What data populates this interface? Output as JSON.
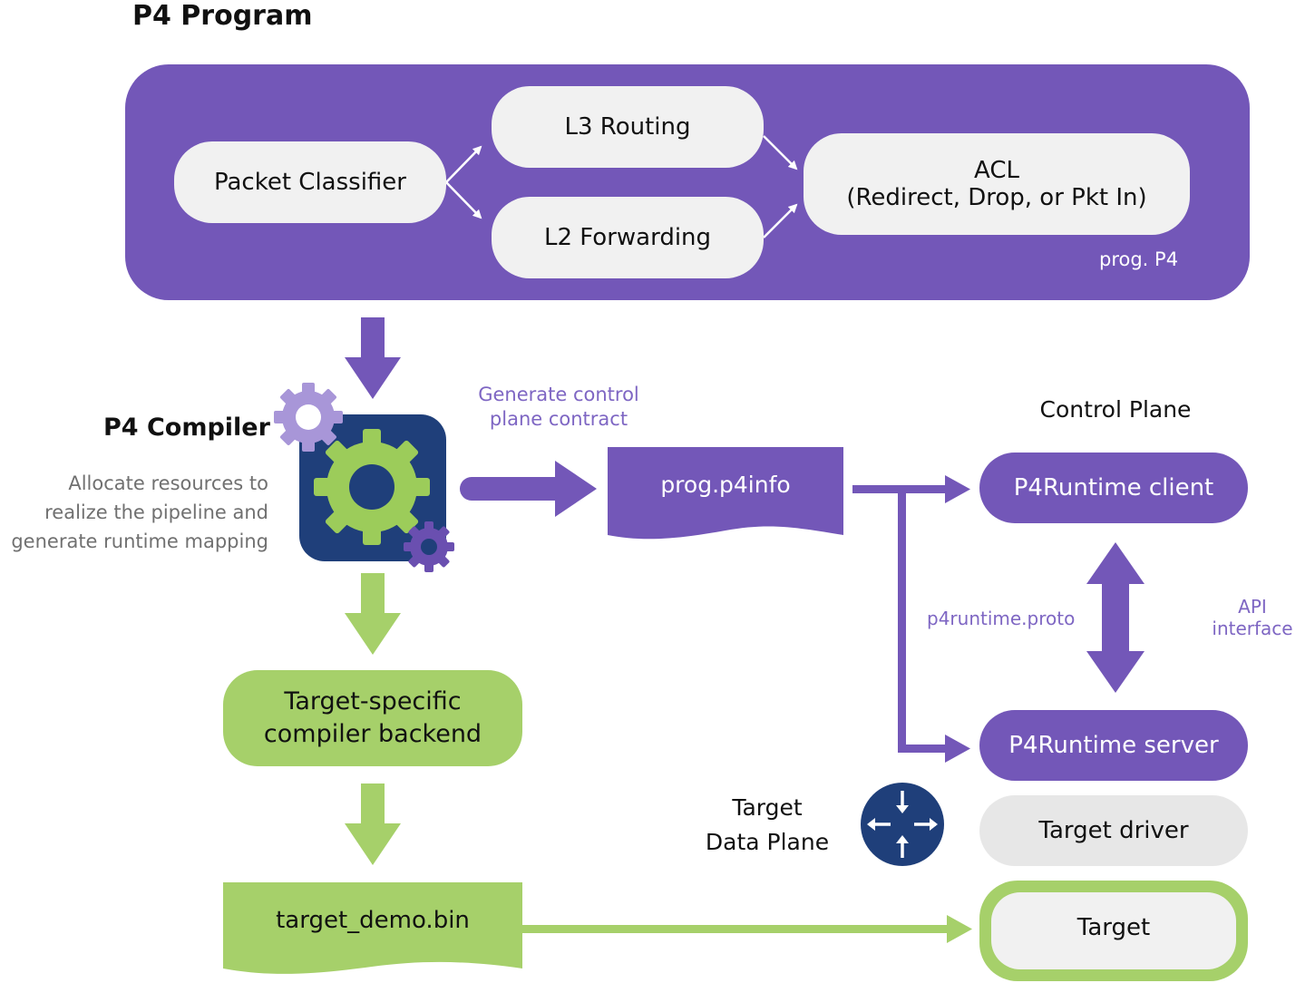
{
  "program": {
    "title": "P4 Program",
    "filename": "prog. P4",
    "blocks": {
      "packet_classifier": "Packet Classifier",
      "l3_routing": "L3 Routing",
      "l2_forwarding": "L2 Forwarding",
      "acl_title": "ACL",
      "acl_detail": "(Redirect, Drop, or Pkt In)"
    }
  },
  "compiler": {
    "title": "P4 Compiler",
    "description_lines": [
      "Allocate resources to",
      "realize the pipeline and",
      "generate runtime mapping"
    ],
    "contract_label_lines": [
      "Generate control",
      "plane contract"
    ]
  },
  "artifacts": {
    "p4info": "prog.p4info",
    "backend_lines": [
      "Target-specific",
      "compiler backend"
    ],
    "binary": "target_demo.bin"
  },
  "control_plane": {
    "title": "Control Plane",
    "client": "P4Runtime client",
    "server": "P4Runtime server",
    "proto_label": "p4runtime.proto",
    "api_label_lines": [
      "API",
      "interface"
    ]
  },
  "data_plane": {
    "title_lines": [
      "Target",
      "Data Plane"
    ],
    "driver": "Target driver",
    "target": "Target"
  },
  "colors": {
    "purple": "#7357b8",
    "purple_text": "#7e66c3",
    "light_purple": "#a896d8",
    "navy": "#1f3f7a",
    "green": "#a6d06a",
    "light_grey": "#f1f1f1"
  }
}
